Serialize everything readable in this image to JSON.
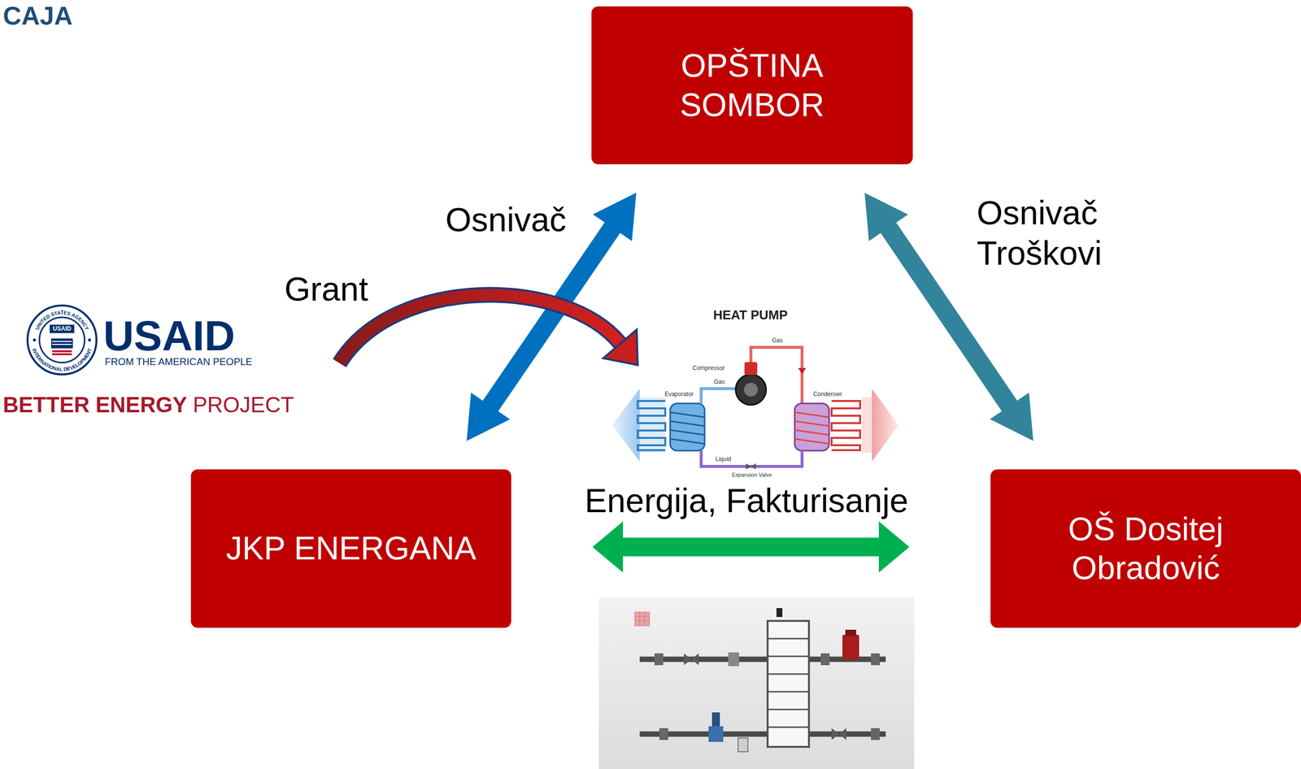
{
  "diagram": {
    "nodes": [
      {
        "text": [
          "OPŠTINA SOMBOR"
        ]
      },
      {
        "text": [
          "JKP ENERGANA"
        ]
      },
      {
        "text": [
          "OŠ Dositej Obradović"
        ]
      }
    ],
    "edges": [
      {
        "from": 0,
        "to": 1,
        "arrow": "both",
        "label": "Osnivač"
      },
      {
        "from": 0,
        "to": 2,
        "arrow": "both",
        "label": "Osnivač Troškovi"
      },
      {
        "from": 1,
        "to": 2,
        "arrow": "both",
        "label": "Energija, Fakturisanje"
      }
    ],
    "labels": [
      "CAJA",
      "Grant",
      "USAID",
      "FROM THE AMERICAN PEOPLE",
      "BETTER ENERGY",
      "PROJECT",
      "HEAT PUMP",
      "Gas",
      "Compressor",
      "Gas",
      "Evaporator",
      "Condenser",
      "Liquid",
      "Expansion Valve",
      "USAID",
      "UNITED STATES AGENCY",
      "INTERNATIONAL DEVELOPMENT"
    ]
  }
}
